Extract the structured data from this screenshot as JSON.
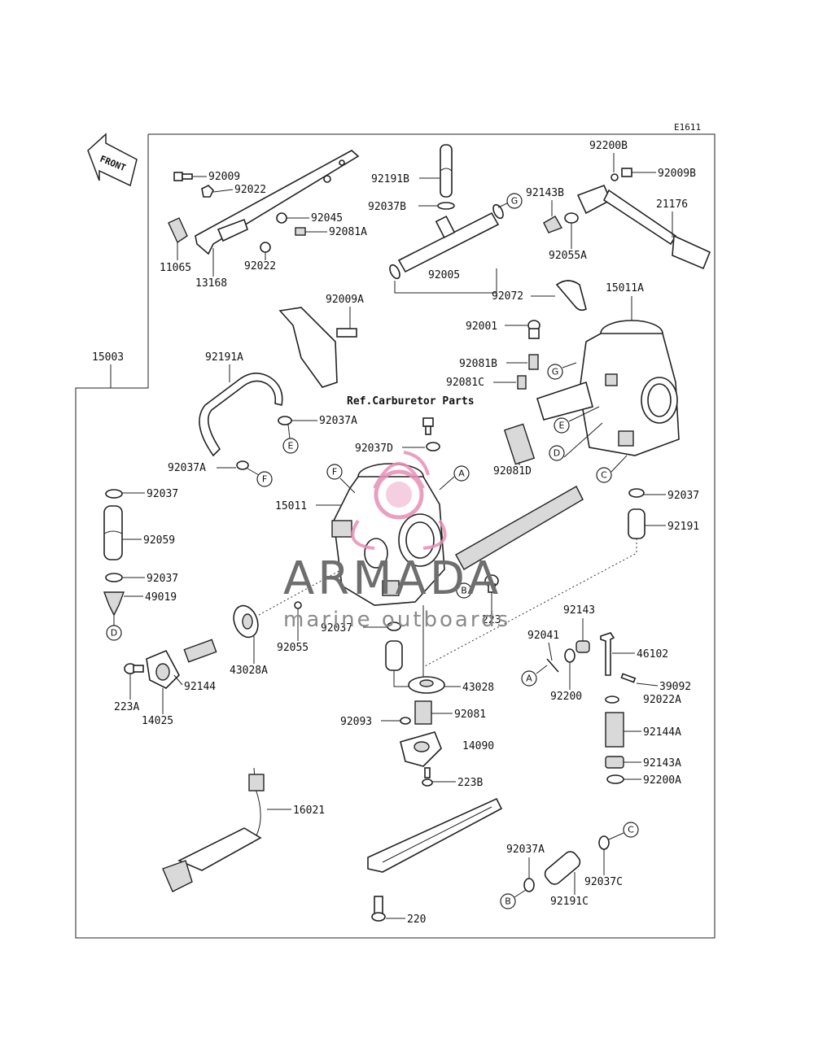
{
  "diagram_code": "E1611",
  "front_label": "FRONT",
  "assembly_number": "15003",
  "ref_text": "Ref.Carburetor Parts",
  "watermark": {
    "brand": "ARMADA",
    "tagline": "marine outboards",
    "logo_color": "#e88fb6"
  },
  "parts": {
    "p92009": "92009",
    "p92022_top": "92022",
    "p92045": "92045",
    "p92081A": "92081A",
    "p11065": "11065",
    "p13168": "13168",
    "p92022_bottom": "92022",
    "p92191B": "92191B",
    "p92037B": "92037B",
    "p92005": "92005",
    "p92200B": "92200B",
    "p92009B": "92009B",
    "p92143B": "92143B",
    "p21176": "21176",
    "p92055A": "92055A",
    "p92072": "92072",
    "p15011A": "15011A",
    "p92009A": "92009A",
    "p92001": "92001",
    "p92081B": "92081B",
    "p92081C": "92081C",
    "p92191A": "92191A",
    "p92037A_top": "92037A",
    "p92037D": "92037D",
    "p92081D": "92081D",
    "p92037A_left": "92037A",
    "p92037_right": "92037",
    "p92037_left1": "92037",
    "p15011": "15011",
    "p92191": "92191",
    "p92059": "92059",
    "p92037_left2": "92037",
    "p49019": "49019",
    "p223": "223",
    "p92037_mid": "92037",
    "p92055": "92055",
    "p43028A": "43028A",
    "p92144": "92144",
    "p223A": "223A",
    "p14025": "14025",
    "p92143": "92143",
    "p92041": "92041",
    "p46102": "46102",
    "p39092": "39092",
    "p92200": "92200",
    "p92022A": "92022A",
    "p43028": "43028",
    "p92081": "92081",
    "p92093": "92093",
    "p14090": "14090",
    "p92144A": "92144A",
    "p92143A": "92143A",
    "p92200A": "92200A",
    "p223B": "223B",
    "p16021": "16021",
    "p92037A_bottom": "92037A",
    "p92037C": "92037C",
    "p92191C": "92191C",
    "p220": "220"
  },
  "callouts": {
    "A": "A",
    "B": "B",
    "C": "C",
    "D": "D",
    "E": "E",
    "F": "F",
    "G": "G"
  }
}
